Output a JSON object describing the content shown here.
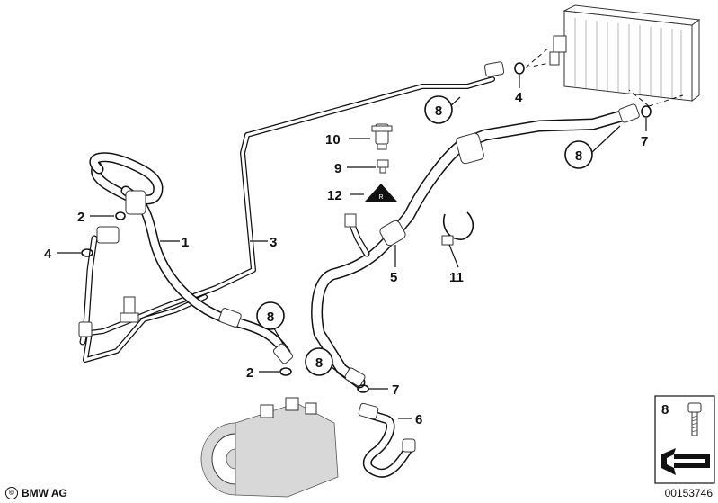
{
  "diagram": {
    "labels": {
      "l1": "1",
      "l2a": "2",
      "l2b": "2",
      "l3": "3",
      "l4a": "4",
      "l4b": "4",
      "l5": "5",
      "l6": "6",
      "l7a": "7",
      "l7b": "7",
      "l9": "9",
      "l10": "10",
      "l11": "11",
      "l12": "12",
      "c8a": "8",
      "c8b": "8",
      "c8c": "8",
      "c8d": "8"
    },
    "callout_box": {
      "label": "8"
    }
  },
  "footer": {
    "brand": "BMW AG",
    "logo_symbol": "©",
    "doc_number": "00153746"
  },
  "icons": [
    "condenser-icon",
    "compressor-icon",
    "bolt-icon",
    "arrow-icon",
    "warning-triangle-icon"
  ],
  "colors": {
    "line": "#111111",
    "background": "#ffffff"
  }
}
